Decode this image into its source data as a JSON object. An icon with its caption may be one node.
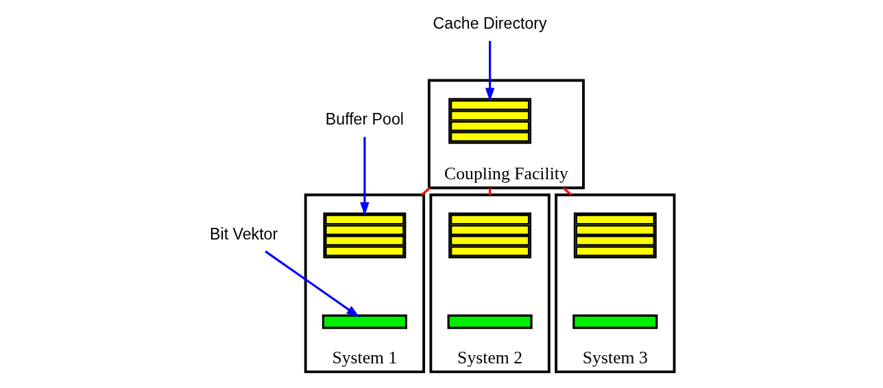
{
  "diagram": {
    "nodes": [
      {
        "text": [
          "Coupling Facility"
        ]
      },
      {
        "text": [],
        "shape": "box",
        "in": 0
      },
      {
        "text": [
          "Cache Directory"
        ]
      },
      {
        "text": [
          "System 1"
        ]
      },
      {
        "text": [],
        "shape": "box",
        "in": 3
      },
      {
        "text": [],
        "shape": "bar",
        "in": 3
      },
      {
        "text": [
          "System 2"
        ]
      },
      {
        "text": [],
        "shape": "box",
        "in": 6
      },
      {
        "text": [],
        "shape": "bar",
        "in": 6
      },
      {
        "text": [
          "System 3"
        ]
      },
      {
        "text": [],
        "shape": "box",
        "in": 9
      },
      {
        "text": [],
        "shape": "bar",
        "in": 9
      },
      {
        "text": [
          "Buffer Pool"
        ]
      },
      {
        "text": [
          "Bit Vektor"
        ]
      }
    ],
    "edges": [
      {
        "from": 2,
        "to": 1,
        "arrow": "to",
        "color": "#0000ff"
      },
      {
        "from": 0,
        "to": 3,
        "arrow": "none",
        "color": "#ff0000"
      },
      {
        "from": 0,
        "to": 6,
        "arrow": "none",
        "color": "#ff0000"
      },
      {
        "from": 0,
        "to": 9,
        "arrow": "none",
        "color": "#ff0000"
      },
      {
        "from": 12,
        "to": 4,
        "arrow": "to",
        "color": "#0000ff"
      },
      {
        "from": 13,
        "to": 5,
        "arrow": "to",
        "color": "#0000ff"
      }
    ]
  }
}
